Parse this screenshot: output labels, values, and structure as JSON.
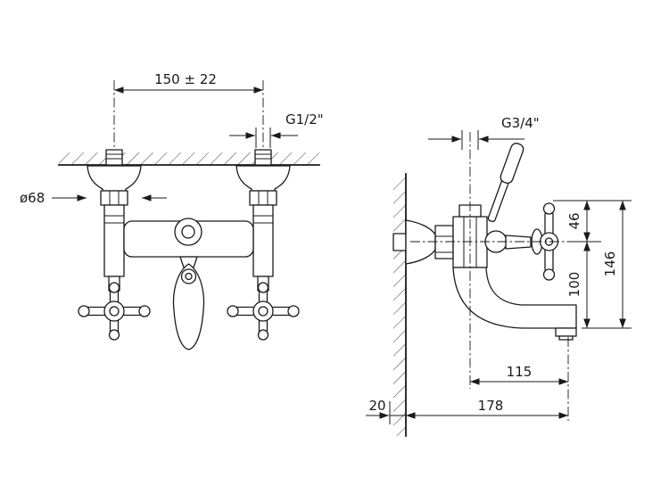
{
  "colors": {
    "stroke": "#1a1a1a",
    "background": "#ffffff"
  },
  "front_view": {
    "dim_spacing": "150 ± 22",
    "thread_label": "G1/2\"",
    "flange_diameter": "ø68"
  },
  "side_view": {
    "thread_label": "G3/4\"",
    "dim_top_offset": "46",
    "dim_spout_drop": "100",
    "dim_total_height": "146",
    "dim_spout_reach": "115",
    "dim_wall_offset": "20",
    "dim_total_reach": "178"
  }
}
